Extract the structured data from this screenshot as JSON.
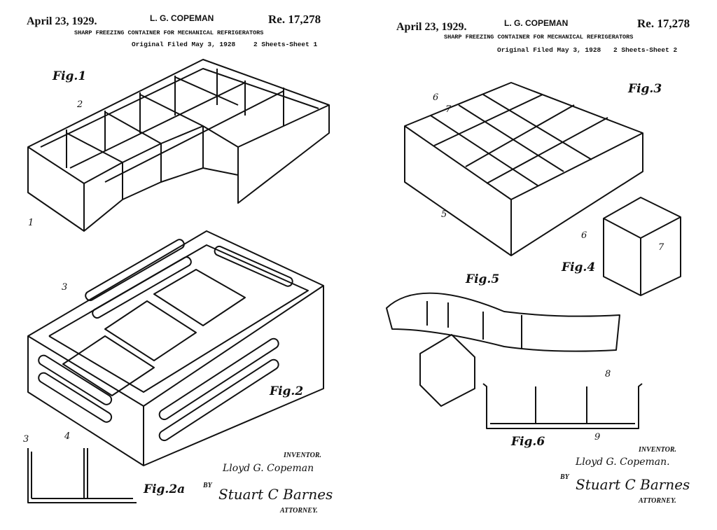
{
  "sheet1": {
    "date": "April 23, 1929.",
    "inventor_name": "L. G. COPEMAN",
    "reissue": "Re. 17,278",
    "subtitle": "SHARP FREEZING CONTAINER FOR MECHANICAL REFRIGERATORS",
    "filed": "Original Filed May 3, 1928",
    "sheets": "2 Sheets-Sheet 1",
    "figures": {
      "fig1": "Fig.1",
      "fig2": "Fig.2",
      "fig2a": "Fig.2a"
    },
    "refs": {
      "r1": "1",
      "r2": "2",
      "r3": "3",
      "r3b": "3",
      "r4": "4"
    },
    "inventor_label": "INVENTOR.",
    "inventor_signature": "Lloyd G. Copeman",
    "by": "BY",
    "attorney_signature": "Stuart C Barnes",
    "attorney_label": "ATTORNEY."
  },
  "sheet2": {
    "date": "April 23, 1929.",
    "inventor_name": "L. G. COPEMAN",
    "reissue": "Re. 17,278",
    "subtitle": "SHARP FREEZING CONTAINER FOR MECHANICAL REFRIGERATORS",
    "filed": "Original Filed May 3, 1928",
    "sheets": "2 Sheets-Sheet 2",
    "figures": {
      "fig3": "Fig.3",
      "fig4": "Fig.4",
      "fig5": "Fig.5",
      "fig6": "Fig.6"
    },
    "refs": {
      "r5": "5",
      "r6a": "6",
      "r6b": "6",
      "r7a": "7",
      "r7b": "7",
      "r8": "8",
      "r9": "9"
    },
    "inventor_label": "INVENTOR.",
    "inventor_signature": "Lloyd G. Copeman.",
    "by": "BY",
    "attorney_signature": "Stuart C Barnes",
    "attorney_label": "ATTORNEY."
  }
}
